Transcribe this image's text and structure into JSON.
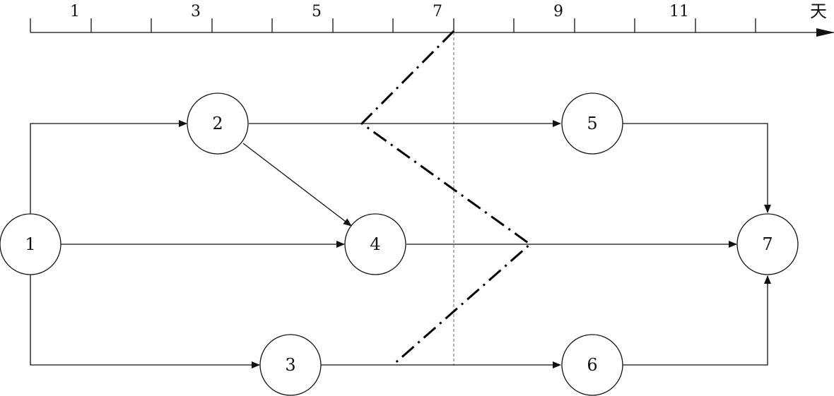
{
  "axis": {
    "ticks": [
      {
        "day": "1"
      },
      {
        "day": "3"
      },
      {
        "day": "5"
      },
      {
        "day": "7"
      },
      {
        "day": "9"
      },
      {
        "day": "11"
      }
    ],
    "unit": "天"
  },
  "nodes": {
    "n1": "1",
    "n2": "2",
    "n3": "3",
    "n4": "4",
    "n5": "5",
    "n6": "6",
    "n7": "7"
  }
}
